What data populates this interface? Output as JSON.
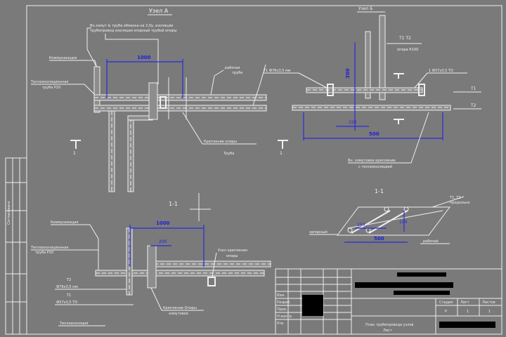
{
  "colors": {
    "background": "#7a7a7a",
    "lines": "#efefef",
    "dimensions": "#1f1fd6",
    "redacted": "#000000"
  },
  "view_a": {
    "title": "Узел А",
    "note_top_1": "Вн.хомут & труба обмазка на 2,0у, изоляции",
    "note_top_2": "трубопровод изоляции опорный трубой опоры",
    "label_left_1": "Коммуникация",
    "label_left_2": "Теплоизоляционная",
    "label_left_3": "труба Р10",
    "label_right_1": "рабочая",
    "label_right_2": "труба",
    "label_bottom": "Крепление опоры",
    "label_bottom_2": "Труба",
    "dim_1": "1000",
    "section_mark_left": "1",
    "section_mark_right": "1"
  },
  "view_top_right": {
    "title": "Узел Б",
    "label_left": "Т1 Ф76х3,5 мм",
    "label_right": "1 Ф57х3,5 ТО",
    "label_t1": "Т1 Т2",
    "label_t1_sub": "опора К100",
    "label_t1_end": "Т1",
    "label_t2_end": "Т2",
    "dim_vertical": "300",
    "dim_short": "150",
    "dim_long": "500",
    "note_1": "Вн. хомутовое крепление",
    "note_2": "с теплоизоляцией"
  },
  "section_11": {
    "title": "1-1",
    "label_right_1": "Т1, Т2",
    "label_right_2": "продольно",
    "label_left": "запорный",
    "label_bottom_right": "рабочей",
    "dim_1": "100",
    "dim_2": "150",
    "dim_3": "500"
  },
  "section_11_left": {
    "title": "1-1",
    "label_left_1": "Коммуникация",
    "label_left_2": "Теплоизоляционная",
    "label_left_3": "труба Р10",
    "label_left_4": "Т2",
    "label_left_5": "Ф76х3,5 мм",
    "label_left_6": "Т1",
    "label_left_7": "Ф57х3,5 ТО",
    "label_left_8": "Теплоизоляция",
    "label_right_1": "Узел крепления",
    "label_right_2": "опоры",
    "label_bottom": "Крепление Опоры",
    "label_bottom_2": "хомутовое",
    "dim_1": "1000",
    "dim_2": "200"
  },
  "stamp": {
    "left_rows": [
      "Изм.",
      "Разраб.",
      "Пров.",
      "Н.контр.",
      "Утв."
    ],
    "bottom_text_1": "План трубопровода узлов",
    "bottom_text_2": "Лист",
    "cells": [
      "Стадия",
      "Лист",
      "Листов"
    ],
    "cell_values": [
      "Р",
      "1",
      "1"
    ]
  },
  "side_strip": {
    "label": "Согласовано"
  }
}
